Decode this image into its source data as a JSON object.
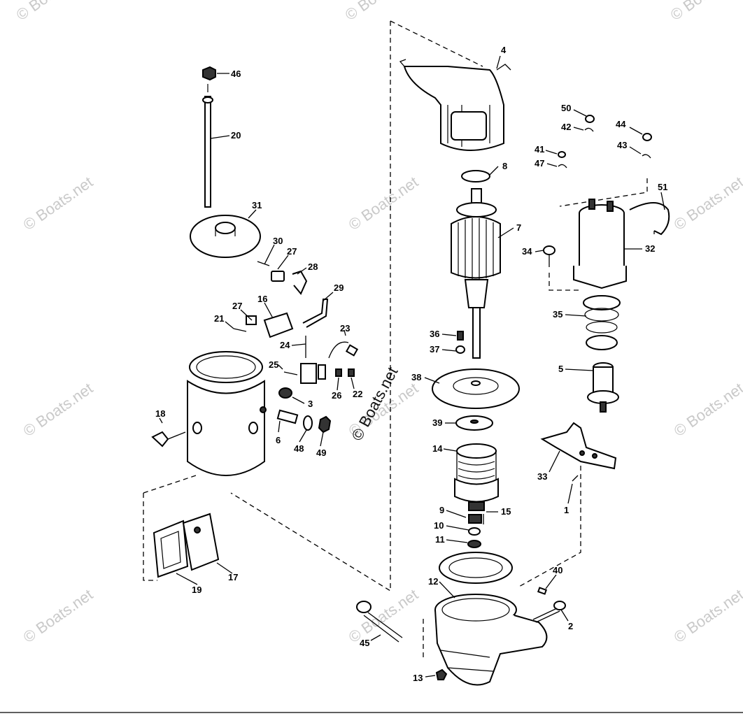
{
  "watermarks": [
    "© Boats.net",
    "© Boats.net",
    "© Boats.net",
    "© Boats.net",
    "© Boats.net",
    "© Boats.net",
    "© Boats.net",
    "© Boats.net",
    "© Boats.net",
    "© Boats.net",
    "© Boats.net",
    "© Boats.net"
  ],
  "center_watermark": "© Boats.net",
  "callouts": {
    "p46": "46",
    "p20": "20",
    "p31": "31",
    "p30": "30",
    "p27a": "27",
    "p28": "28",
    "p29": "29",
    "p27b": "27",
    "p16": "16",
    "p21": "21",
    "p23": "23",
    "p24": "24",
    "p25": "25",
    "p26": "26",
    "p22": "22",
    "p3": "3",
    "p18": "18",
    "p6": "6",
    "p48": "48",
    "p49": "49",
    "p4": "4",
    "p8": "8",
    "p7": "7",
    "p36": "36",
    "p37": "37",
    "p38": "38",
    "p39": "39",
    "p14": "14",
    "p9": "9",
    "p15": "15",
    "p10": "10",
    "p11": "11",
    "p12": "12",
    "p45": "45",
    "p13": "13",
    "p50": "50",
    "p42": "42",
    "p44": "44",
    "p43": "43",
    "p41": "41",
    "p47": "47",
    "p51": "51",
    "p34": "34",
    "p32": "32",
    "p35": "35",
    "p5": "5",
    "p33": "33",
    "p1": "1",
    "p40": "40",
    "p2": "2",
    "p17": "17",
    "p19": "19"
  }
}
